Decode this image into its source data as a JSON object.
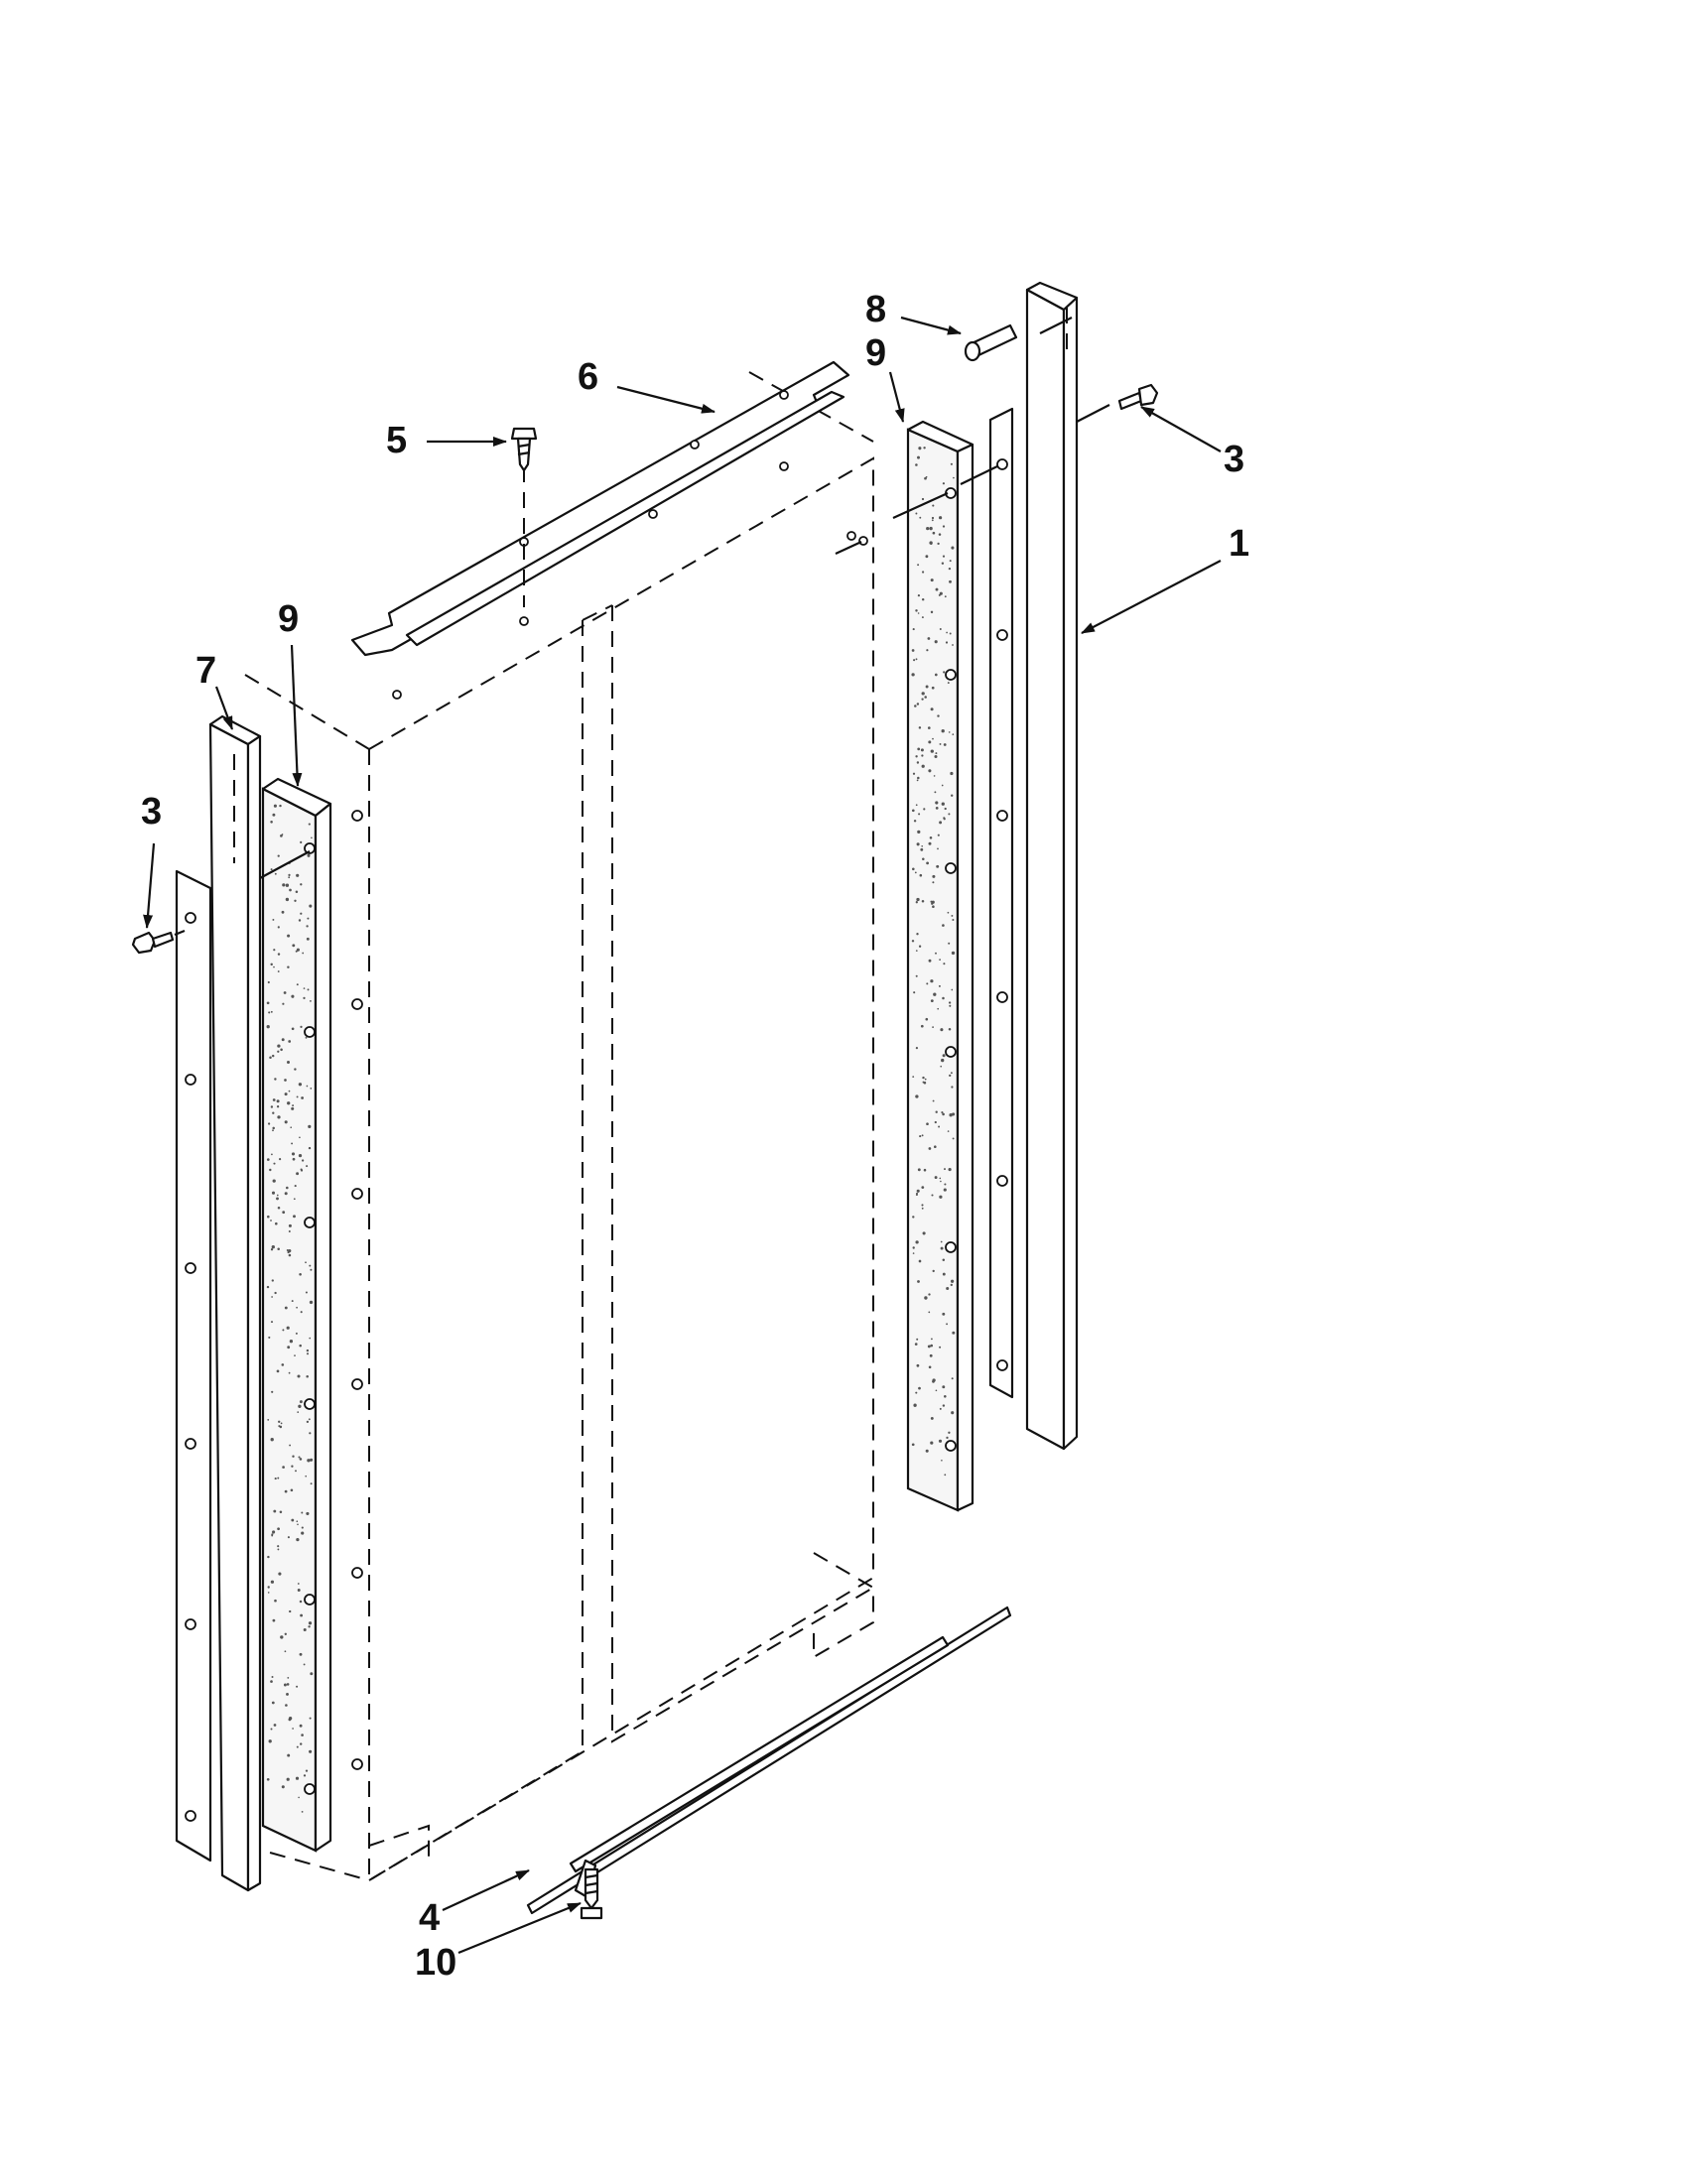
{
  "diagram": {
    "callouts": [
      {
        "id": "c1",
        "label": "1"
      },
      {
        "id": "c3-right",
        "label": "3"
      },
      {
        "id": "c3-left",
        "label": "3"
      },
      {
        "id": "c4",
        "label": "4"
      },
      {
        "id": "c5",
        "label": "5"
      },
      {
        "id": "c6",
        "label": "6"
      },
      {
        "id": "c7",
        "label": "7"
      },
      {
        "id": "c8",
        "label": "8"
      },
      {
        "id": "c9-right",
        "label": "9"
      },
      {
        "id": "c9-left",
        "label": "9"
      },
      {
        "id": "c10",
        "label": "10"
      }
    ]
  }
}
